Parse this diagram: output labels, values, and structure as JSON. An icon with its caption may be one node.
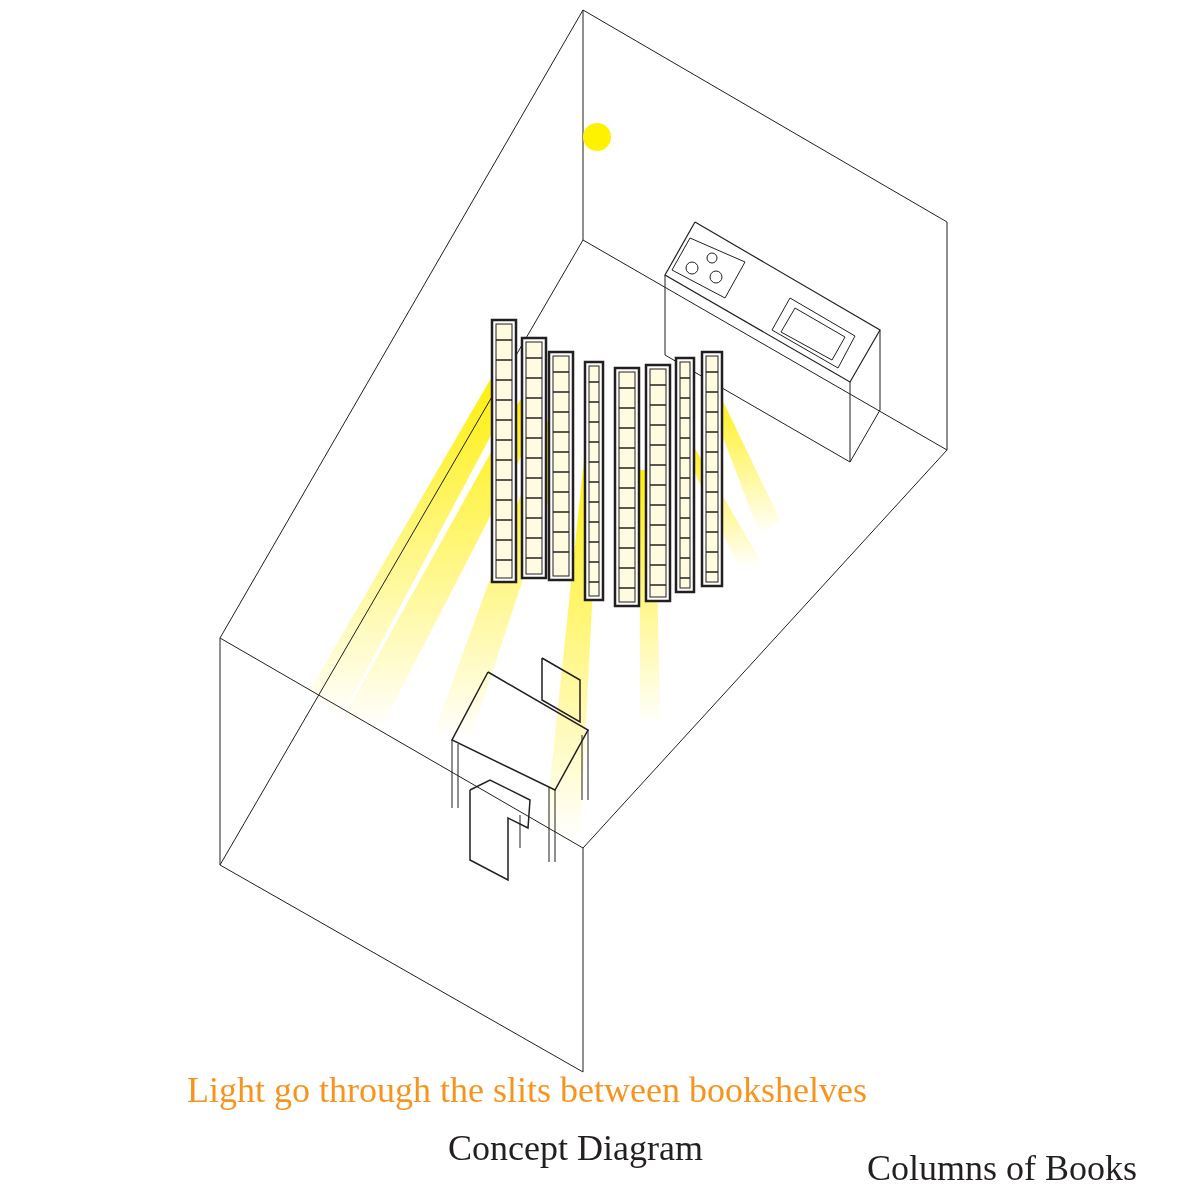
{
  "diagram": {
    "labels": [
      "Light go through the slits between bookshelves",
      "Concept Diagram",
      "Columns of Books"
    ]
  }
}
